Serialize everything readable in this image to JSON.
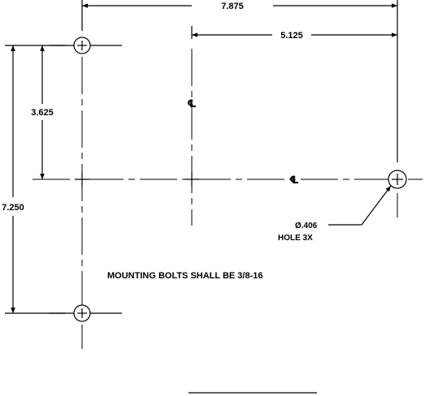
{
  "drawing": {
    "dimensions": {
      "overall_width": "7.875",
      "offset_width": "5.125",
      "half_height": "3.625",
      "overall_height": "7.250"
    },
    "centerline_symbol": "℄",
    "hole_callout": {
      "diameter": "Ø.406",
      "count": "HOLE 3X"
    },
    "note": "MOUNTING BOLTS SHALL BE 3/8-16"
  }
}
